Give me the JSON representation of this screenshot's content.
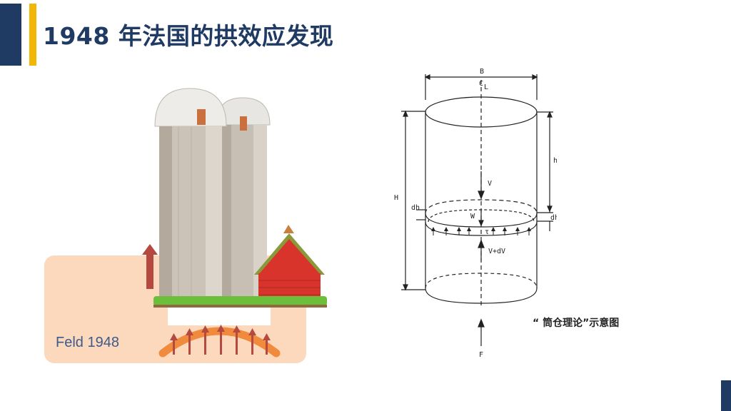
{
  "slide": {
    "title": "1948 年法国的拱效应发现",
    "illustration_label": "Feld 1948",
    "caption": "“ 筒仓理论”示意图"
  },
  "diagram": {
    "labels": {
      "B": "B",
      "CL": "C",
      "CL_sub": "L",
      "h": "h",
      "H": "H",
      "V": "V",
      "dh_left": "dh",
      "dh_right": "dh",
      "W": "W",
      "tau": "τ",
      "VdV": "V+dV",
      "F": "F"
    }
  },
  "colors": {
    "navy": "#1f3a63",
    "gold": "#f2b705",
    "panel": "#fcd8bd",
    "arrow_red": "#b5483f",
    "arch_orange": "#f08a3c",
    "barn_red": "#d9342b",
    "grass": "#6cbf3a"
  }
}
